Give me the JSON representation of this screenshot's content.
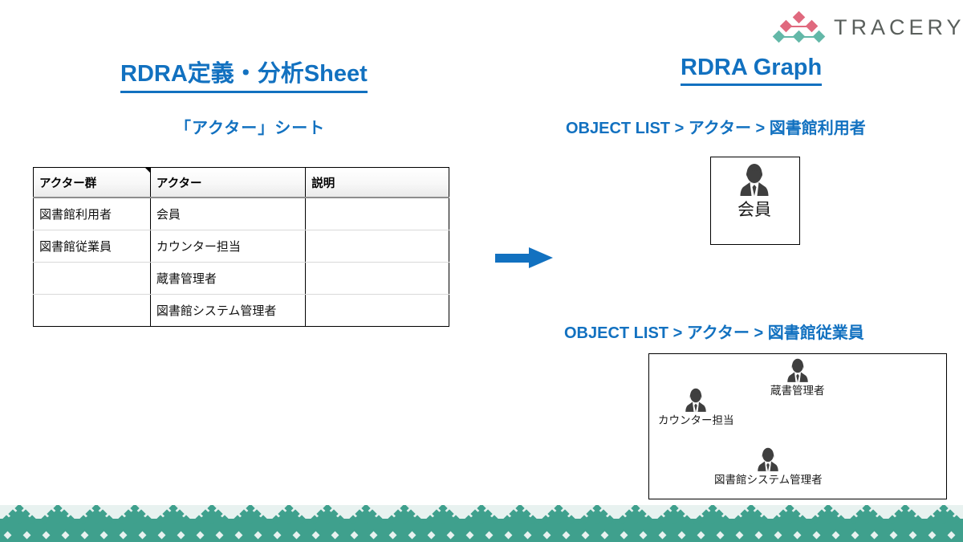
{
  "brand": {
    "name": "TRACERY",
    "logo_pink": "#e0697e",
    "logo_teal": "#63b8a8",
    "text_color": "#5a5f5c"
  },
  "theme": {
    "accent_blue": "#1271c0",
    "footer_teal": "#3fa08d",
    "footer_light": "#e8f2f0",
    "icon_gray": "#3f3f3f"
  },
  "left_panel": {
    "title": "RDRA定義・分析Sheet",
    "sheet_label": "「アクター」シート",
    "table": {
      "headers": [
        "アクター群",
        "アクター",
        "説明"
      ],
      "rows": [
        [
          "図書館利用者",
          "会員",
          ""
        ],
        [
          "図書館従業員",
          "カウンター担当",
          ""
        ],
        [
          "",
          "蔵書管理者",
          ""
        ],
        [
          "",
          "図書館システム管理者",
          ""
        ]
      ]
    }
  },
  "arrow": {
    "direction": "right",
    "color": "#1271c0"
  },
  "right_panel": {
    "title": "RDRA Graph",
    "groups": [
      {
        "breadcrumb": "OBJECT LIST > アクター > 図書館利用者",
        "nodes": [
          {
            "label": "会員",
            "icon": "person-icon"
          }
        ]
      },
      {
        "breadcrumb": "OBJECT LIST >  アクター > 図書館従業員",
        "nodes": [
          {
            "label": "カウンター担当",
            "icon": "person-icon"
          },
          {
            "label": "蔵書管理者",
            "icon": "person-icon"
          },
          {
            "label": "図書館システム管理者",
            "icon": "person-icon"
          }
        ]
      }
    ]
  }
}
